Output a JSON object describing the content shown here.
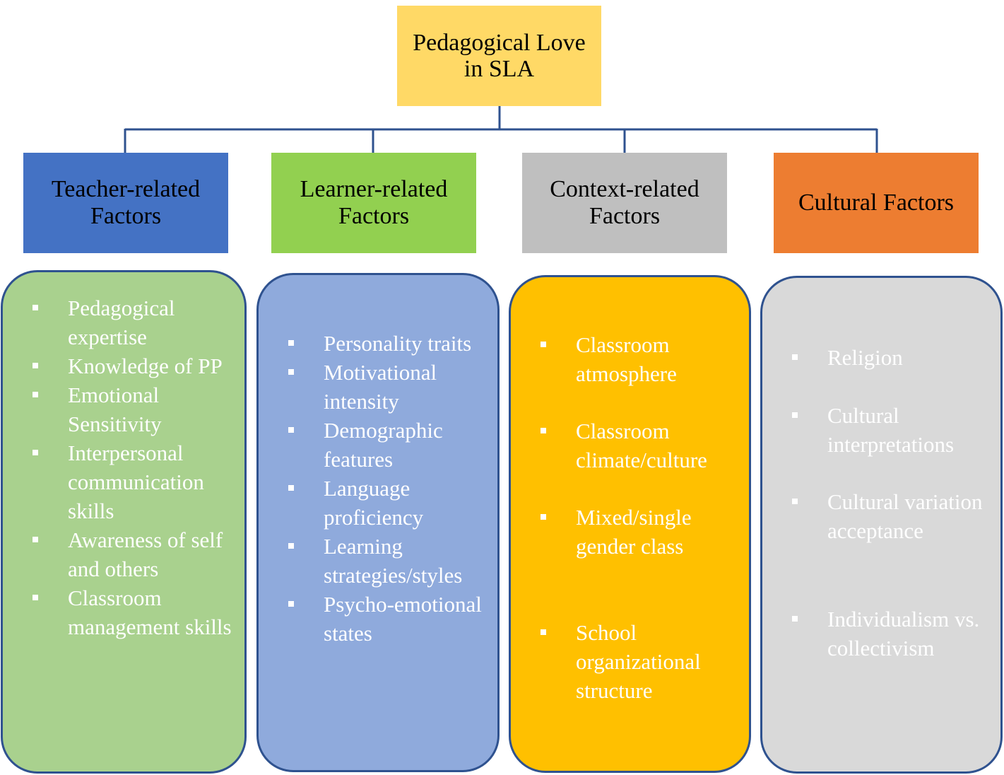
{
  "root": {
    "label": "Pedagogical Love in SLA",
    "color": "#ffd966"
  },
  "connector_color": "#2f528f",
  "categories": [
    {
      "id": "teacher",
      "header": "Teacher-related Factors",
      "header_color": "#4472c4",
      "panel_color": "#a9d18e",
      "items": [
        "Pedagogical expertise",
        "Knowledge of PP",
        "Emotional Sensitivity",
        "Interpersonal communication skills",
        "Awareness of self and others",
        "Classroom management skills"
      ]
    },
    {
      "id": "learner",
      "header": "Learner-related Factors",
      "header_color": "#92d050",
      "panel_color": "#8faadc",
      "items": [
        "Personality traits",
        "Motivational intensity",
        "Demographic features",
        "Language proficiency",
        "Learning strategies/styles",
        "Psycho-emotional states"
      ]
    },
    {
      "id": "context",
      "header": "Context-related Factors",
      "header_color": "#bfbfbf",
      "panel_color": "#ffc000",
      "items": [
        "Classroom atmosphere",
        "Classroom climate/culture",
        "Mixed/single gender class",
        "School organizational structure"
      ]
    },
    {
      "id": "cultural",
      "header": "Cultural Factors",
      "header_color": "#ed7d31",
      "panel_color": "#d9d9d9",
      "items": [
        "Religion",
        "Cultural interpretations",
        "Cultural variation acceptance",
        "Individualism vs. collectivism"
      ]
    }
  ]
}
